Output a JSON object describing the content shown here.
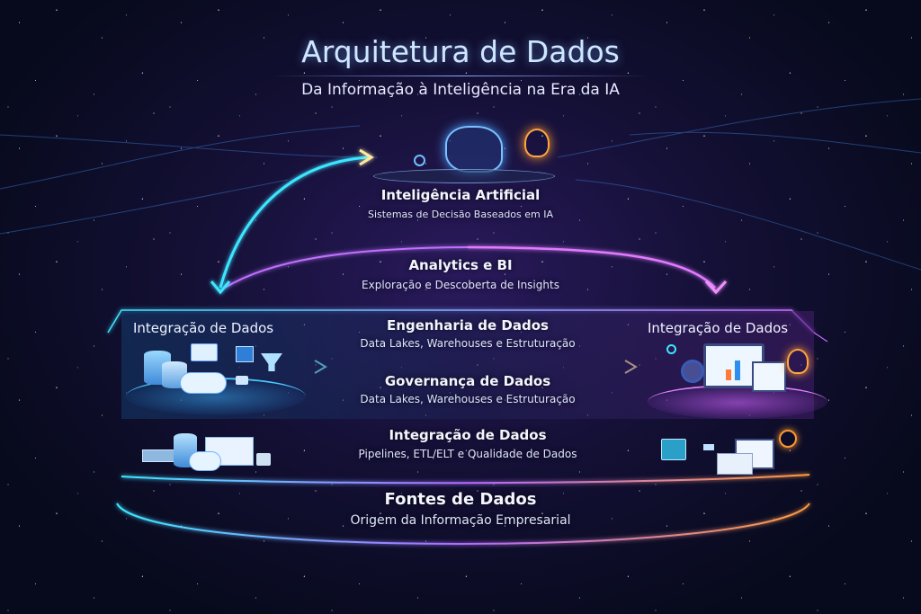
{
  "header": {
    "title": "Arquitetura de Dados",
    "subtitle": "Da Informação à Inteligência na Era da IA"
  },
  "tiers": [
    {
      "id": "ai",
      "title": "Inteligência Artificial",
      "subtitle": "Sistemas de Decisão Baseados em IA",
      "icons": [
        "brain-icon",
        "lightbulb-icon"
      ]
    },
    {
      "id": "analytics",
      "title": "Analytics e BI",
      "subtitle": "Exploração e Descoberta de Insights"
    },
    {
      "id": "engineering",
      "title": "Engenharia de Dados",
      "subtitle": "Data Lakes, Warehouses e Estruturação"
    },
    {
      "id": "governance",
      "title": "Governança de Dados",
      "subtitle": "Data Lakes, Warehouses e Estruturação"
    },
    {
      "id": "integration",
      "title": "Integração de Dados",
      "subtitle": "Pipelines, ETL/ELT e Qualidade de Dados"
    },
    {
      "id": "sources",
      "title": "Fontes de Dados",
      "subtitle": "Origem da Informação Empresarial"
    }
  ],
  "side_panels": {
    "left": {
      "label": "Integração de Dados",
      "icons": [
        "database-icon",
        "chat-bubble-icon",
        "filter-icon",
        "cloud-icon",
        "funnel-icon",
        "server-icon"
      ]
    },
    "right": {
      "label": "Integração de Dados",
      "icons": [
        "monitor-chart-icon",
        "magnifier-icon",
        "document-icon",
        "lightbulb-icon",
        "dashboard-icon"
      ]
    }
  },
  "colors": {
    "cyan_accent": "#3ee6ff",
    "purple_accent": "#d070ff",
    "orange_accent": "#ffa640",
    "background": "#0b0d24"
  }
}
